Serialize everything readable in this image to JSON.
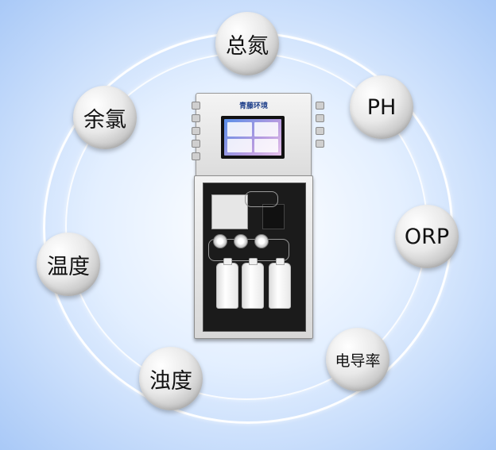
{
  "brand_label": "青藤环境",
  "parameters": {
    "total_nitrogen": "总氮",
    "ph": "PH",
    "orp": "ORP",
    "conductivity": "电导率",
    "turbidity": "浊度",
    "temperature": "温度",
    "residual_chlorine": "余氯"
  },
  "colors": {
    "background_edge": "#a9c9f7",
    "ring": "#ffffff",
    "bubble": "#e0e0e0",
    "brand_text": "#1e3f8a"
  }
}
